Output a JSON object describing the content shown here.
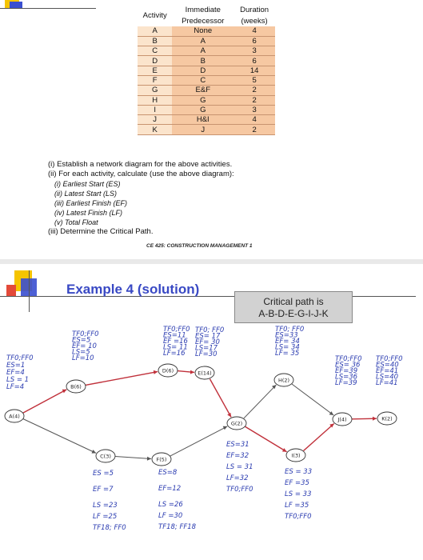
{
  "table": {
    "headers": {
      "activity": "Activity",
      "predecessor": "Immediate Predecessor",
      "duration": "Duration (weeks)"
    },
    "header_lines": {
      "pred1": "Immediate",
      "pred2": "Predecessor",
      "dur1": "Duration",
      "dur2": "(weeks)"
    },
    "rows": [
      {
        "activity": "A",
        "predecessor": "None",
        "duration": "4"
      },
      {
        "activity": "B",
        "predecessor": "A",
        "duration": "6"
      },
      {
        "activity": "C",
        "predecessor": "A",
        "duration": "3"
      },
      {
        "activity": "D",
        "predecessor": "B",
        "duration": "6"
      },
      {
        "activity": "E",
        "predecessor": "D",
        "duration": "14"
      },
      {
        "activity": "F",
        "predecessor": "C",
        "duration": "5"
      },
      {
        "activity": "G",
        "predecessor": "E&F",
        "duration": "2"
      },
      {
        "activity": "H",
        "predecessor": "G",
        "duration": "2"
      },
      {
        "activity": "I",
        "predecessor": "G",
        "duration": "3"
      },
      {
        "activity": "J",
        "predecessor": "H&I",
        "duration": "4"
      },
      {
        "activity": "K",
        "predecessor": "J",
        "duration": "2"
      }
    ]
  },
  "questions": {
    "q1": "(i)  Establish a network diagram for the above activities.",
    "q2": "(ii)  For each activity, calculate (use the above diagram):",
    "sub1": "(i)  Earliest Start (ES)",
    "sub2": "(ii)  Latest Start (LS)",
    "sub3": "(iii)  Earliest Finish (EF)",
    "sub4": "(iv)  Latest Finish (LF)",
    "sub5": "(v)  Total Float",
    "q3": "(iii) Determine the Critical Path."
  },
  "footer": "CE 425: CONSTRUCTION MANAGEMENT 1",
  "slide": {
    "title": "Example 4 (solution)",
    "critical_label": "Critical path is",
    "critical_path": "A-B-D-E-G-I-J-K"
  },
  "network": {
    "nodes": {
      "A": "A(4)",
      "B": "B(6)",
      "C": "C(3)",
      "D": "D(6)",
      "E": "E(14)",
      "F": "F(5)",
      "G": "G(2)",
      "H": "H(2)",
      "I": "I(3)",
      "J": "J(4)",
      "K": "K(2)"
    },
    "notes": {
      "A": [
        "TF0;FF0",
        "ES=1",
        "EF=4",
        "LS = 1",
        "LF=4"
      ],
      "B": [
        "TF0;FF0",
        "ES=5",
        "EF= 10",
        "LS=5",
        "LF=10"
      ],
      "D": [
        "TF0;FF0",
        "ES=11",
        "EF =16",
        "LS= 11",
        "LF=16"
      ],
      "E": [
        "TF0; FF0",
        "ES= 17",
        "EF= 30",
        "LS=17",
        "LF=30"
      ],
      "H": [
        "TF0; FF0",
        "ES=33",
        "EF= 34",
        "LS= 34",
        "LF= 35"
      ],
      "J": [
        "TF0;FF0",
        "ES= 36",
        "EF=39",
        "LS=36",
        "LF=39"
      ],
      "K": [
        "TF0;FF0",
        "ES=40",
        "EF=41",
        "LS=40",
        "LF=41"
      ],
      "C": [
        "ES =5",
        "EF =7",
        "LS =23",
        "LF =25",
        "TF18; FF0"
      ],
      "F": [
        "ES=8",
        "EF=12",
        "LS =26",
        "LF =30",
        "TF18; FF18"
      ],
      "G": [
        "ES=31",
        "EF=32",
        "LS = 31",
        "LF=32",
        "TF0;FF0"
      ],
      "I": [
        "ES = 33",
        "EF =35",
        "LS = 33",
        "LF =35",
        "TF0;FF0"
      ]
    }
  }
}
